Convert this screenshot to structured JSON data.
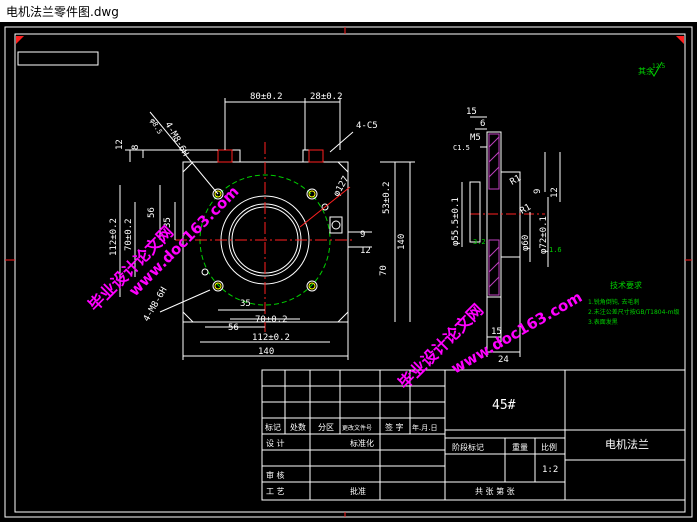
{
  "window": {
    "title": "电机法兰零件图.dwg"
  },
  "drawing": {
    "roughness_note": "其余",
    "roughness_value": "12.5",
    "front_view_dims": {
      "top_a": "80±0.2",
      "top_b": "28±0.2",
      "left_12": "12",
      "left_8": "8",
      "left_56": "56",
      "left_35": "35",
      "left_112": "112±0.2",
      "left_70": "70±0.2",
      "chamfer": "4-C5",
      "dia127": "φ127",
      "dim53": "53±0.2",
      "dim140v": "140",
      "dim9": "9",
      "dim12": "12",
      "dim70v": "70",
      "holes_top": "4-M8-6H",
      "holes_dia": "φ8.5",
      "holes_bottom": "4-M8-6H",
      "bot_35": "35",
      "bot_56": "56",
      "bot_70": "70±0.2",
      "bot_112": "112±0.2",
      "bot_140": "140"
    },
    "side_view_dims": {
      "d15": "15",
      "d6": "6",
      "m5": "M5",
      "c15": "C1.5",
      "r1a": "R1",
      "r1b": "R1",
      "d9": "9",
      "d12": "12",
      "dia55": "φ55.5±0.1",
      "dia60": "φ60",
      "dia72": "φ72±0.1",
      "d32": "3.2",
      "d16": "1.6",
      "b15": "15",
      "b24": "24"
    },
    "tech_requirements": {
      "title": "技术要求",
      "items": [
        "1.锐角倒钝, 去毛刺",
        "2.未注公差尺寸按GB/T1804-m级",
        "3.表面发黑"
      ]
    },
    "title_block": {
      "material": "45#",
      "part_name": "电机法兰",
      "scale": "1:2",
      "scale_label": "比例",
      "weight_label": "重量",
      "stage_label": "阶段标记",
      "sheet_text": "共 张 第 张",
      "row_labels": [
        "标记",
        "处数",
        "分区",
        "更改文件号",
        "签 字",
        "年.月.日"
      ],
      "roles": [
        "设 计",
        "审 核",
        "工 艺"
      ],
      "std_label": "标准化",
      "approve_label": "批准"
    },
    "watermarks": [
      "毕业设计论文网",
      "www.doc163.com"
    ]
  }
}
